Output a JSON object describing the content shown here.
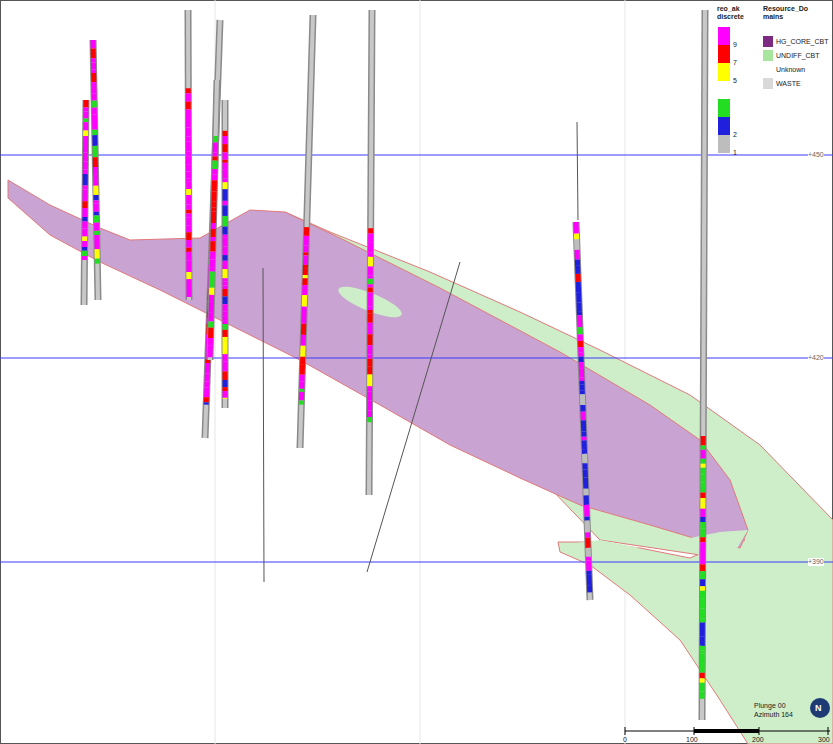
{
  "diagram": {
    "labels": [
      "reo_ak discrete",
      "Resource_Domains",
      "+450",
      "+420",
      "+390",
      "0",
      "100",
      "200",
      "300",
      "Plunge 00",
      "Azimuth 164",
      "N"
    ],
    "legend": [
      {
        "text": "9",
        "color": "#ff00ff"
      },
      {
        "text": "7",
        "color": "#ff0000"
      },
      {
        "text": "5",
        "color": "#ffff00"
      },
      {
        "text": "2",
        "color": "#1f1fdd"
      },
      {
        "text": "1",
        "color": "#bdbdbd"
      },
      {
        "text": "HG_CORE_CBT",
        "color": "#7d2a82"
      },
      {
        "text": "UNDIFF_CBT",
        "color": "#a8e6a0"
      },
      {
        "text": "Unknown"
      },
      {
        "text": "WASTE",
        "color": "#d9d9d9"
      }
    ]
  }
}
